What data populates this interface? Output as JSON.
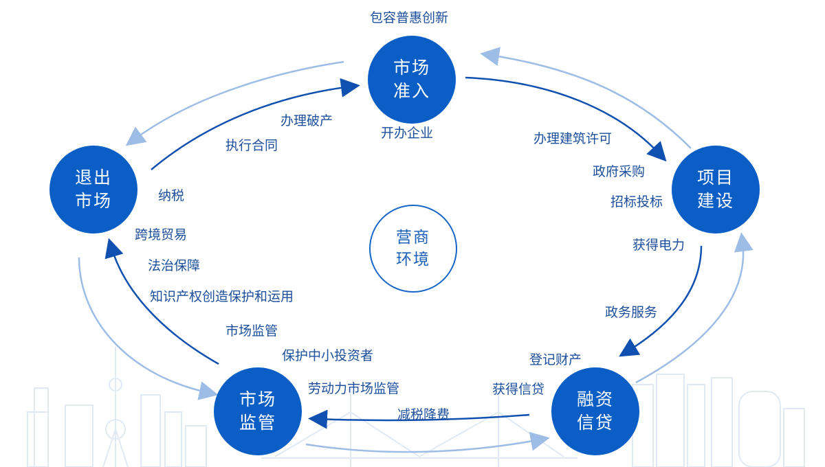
{
  "nodes": {
    "market_entry": [
      "市场",
      "准入"
    ],
    "project_build": [
      "项目",
      "建设"
    ],
    "finance_credit": [
      "融资",
      "信贷"
    ],
    "market_supervision": [
      "市场",
      "监管"
    ],
    "market_exit": [
      "退出",
      "市场"
    ],
    "center": [
      "营商",
      "环境"
    ]
  },
  "labels": {
    "top": "包容普惠创新",
    "open_business": "开办企业",
    "construction_permit": "办理建筑许可",
    "gov_procurement": "政府采购",
    "bidding": "招标投标",
    "electricity": "获得电力",
    "gov_services": "政务服务",
    "property_registration": "登记财产",
    "get_credit": "获得信贷",
    "tax_cut": "减税降费",
    "labor_market": "劳动力市场监管",
    "protect_investors": "保护中小投资者",
    "market_regulation": "市场监管",
    "ip_protection": "知识产权创造保护和运用",
    "rule_of_law": "法治保障",
    "cross_border": "跨境贸易",
    "tax_payment": "纳税",
    "contract_enforcement": "执行合同",
    "bankruptcy": "办理破产"
  },
  "colors": {
    "node": "#0a5ec6",
    "arrow_dark": "#1050b0",
    "arrow_light": "#9dbde6",
    "label": "#1b4f9c",
    "skyline": "#e3ebf5"
  }
}
